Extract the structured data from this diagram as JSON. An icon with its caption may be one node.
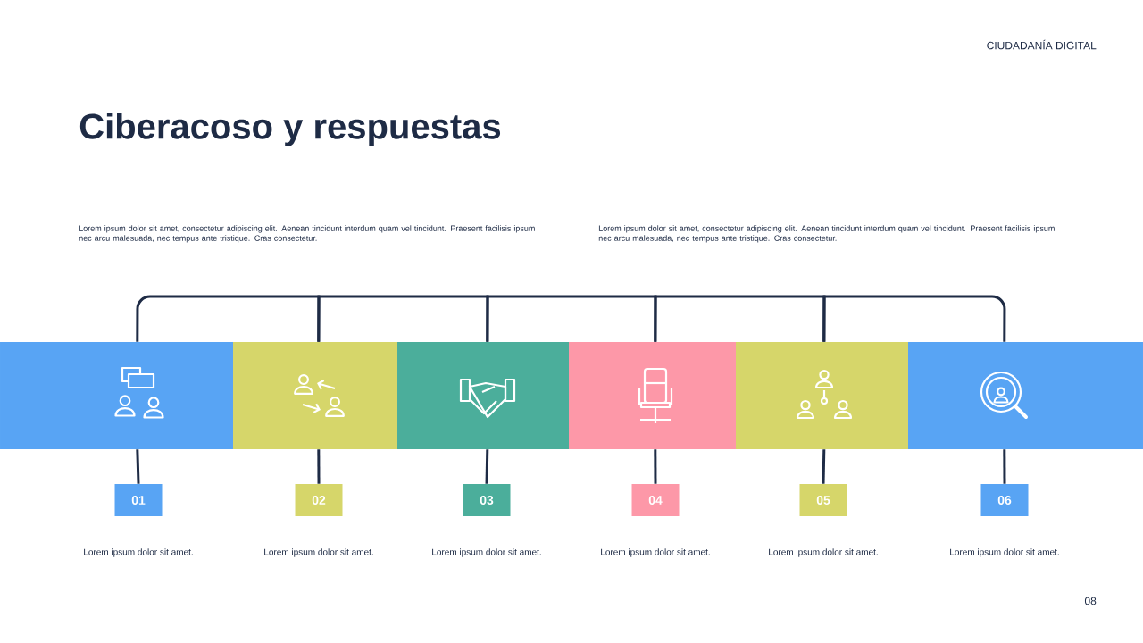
{
  "diagram": {
    "title": "Ciberacoso y respuestas",
    "nodes": [
      {
        "text": [],
        "shape": "box"
      },
      {
        "text": [],
        "shape": "box"
      },
      {
        "text": [],
        "shape": "box"
      },
      {
        "text": [],
        "shape": "box"
      },
      {
        "text": [],
        "shape": "box"
      },
      {
        "text": [],
        "shape": "box"
      },
      {
        "text": [
          "01"
        ],
        "beside": [
          "Lorem ipsum dolor sit amet."
        ]
      },
      {
        "text": [
          "02"
        ],
        "beside": [
          "Lorem ipsum dolor sit amet."
        ]
      },
      {
        "text": [
          "03"
        ],
        "beside": [
          "Lorem ipsum dolor sit amet."
        ]
      },
      {
        "text": [
          "04"
        ],
        "beside": [
          "Lorem ipsum dolor sit amet."
        ]
      },
      {
        "text": [
          "05"
        ],
        "beside": [
          "Lorem ipsum dolor sit amet."
        ]
      },
      {
        "text": [
          "06"
        ],
        "beside": [
          "Lorem ipsum dolor sit amet."
        ]
      }
    ],
    "edges": [
      {
        "from": 0,
        "to": 1,
        "arrow": "none"
      },
      {
        "from": 1,
        "to": 2,
        "arrow": "none"
      },
      {
        "from": 2,
        "to": 3,
        "arrow": "none"
      },
      {
        "from": 3,
        "to": 4,
        "arrow": "none"
      },
      {
        "from": 4,
        "to": 5,
        "arrow": "none"
      },
      {
        "from": 0,
        "to": 6,
        "arrow": "none"
      },
      {
        "from": 1,
        "to": 7,
        "arrow": "none"
      },
      {
        "from": 2,
        "to": 8,
        "arrow": "none"
      },
      {
        "from": 3,
        "to": 9,
        "arrow": "none"
      },
      {
        "from": 4,
        "to": 10,
        "arrow": "none"
      },
      {
        "from": 5,
        "to": 11,
        "arrow": "none"
      }
    ],
    "labels": [
      "CIUDADANÍA DIGITAL",
      "Lorem ipsum dolor sit amet, consectetur adipiscing elit. Aenean tincidunt interdum quam vel tincidunt. Praesent facilisis ipsum nec arcu malesuada, nec tempus ante tristique. Cras consectetur.",
      "Lorem ipsum dolor sit amet, consectetur adipiscing elit. Aenean tincidunt interdum quam vel tincidunt. Praesent facilisis ipsum nec arcu malesuada, nec tempus ante tristique. Cras consectetur.",
      "08"
    ]
  }
}
